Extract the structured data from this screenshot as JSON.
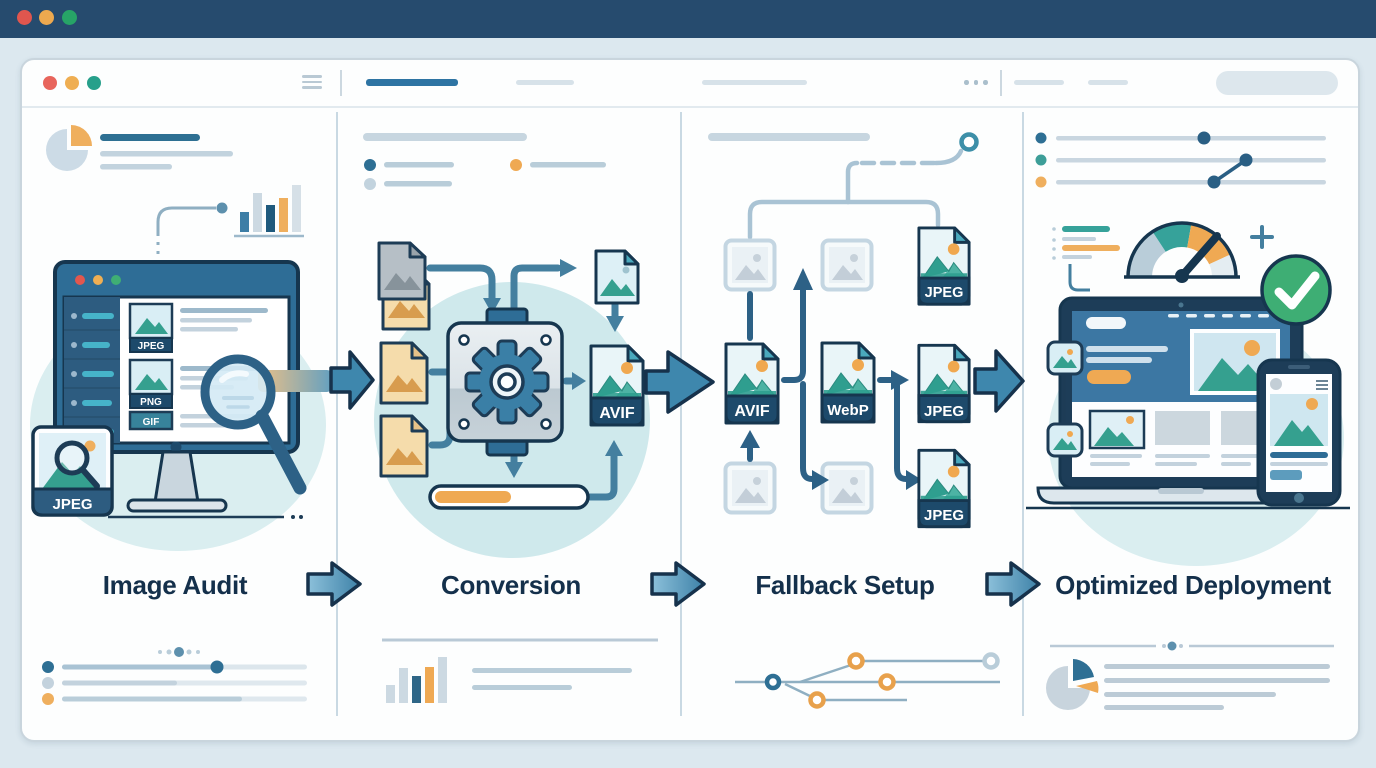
{
  "title_bar": {
    "traffic_lights": [
      "red",
      "yellow",
      "green"
    ]
  },
  "browser_chrome": {
    "traffic_lights": [
      "red",
      "yellow",
      "teal"
    ],
    "menu_icon": "hamburger",
    "overflow_icon": "ellipsis",
    "search_pill": ""
  },
  "stages": [
    {
      "label": "Image Audit"
    },
    {
      "label": "Conversion"
    },
    {
      "label": "Fallback Setup"
    },
    {
      "label": "Optimized Deployment"
    }
  ],
  "image_audit": {
    "monitor_files": [
      {
        "format": "JPEG"
      },
      {
        "format": "PNG"
      },
      {
        "format": "GIF"
      }
    ],
    "thumbnail_card": {
      "format": "JPEG"
    }
  },
  "conversion": {
    "output_file": {
      "format": "AVIF"
    }
  },
  "fallback_setup": {
    "top_file": {
      "format": "JPEG"
    },
    "chain": [
      {
        "format": "AVIF"
      },
      {
        "format": "WebP"
      },
      {
        "format": "JPEG"
      }
    ],
    "bottom_file": {
      "format": "JPEG"
    }
  },
  "colors": {
    "accent_blue": "#2e6d96",
    "steel": "#3e87ad",
    "teal": "#36a29a",
    "orange": "#efaf5e",
    "success_green": "#3eae74",
    "navy_outline": "#16364f",
    "label_text": "#14304b",
    "line_gray": "#c3d2dd"
  }
}
